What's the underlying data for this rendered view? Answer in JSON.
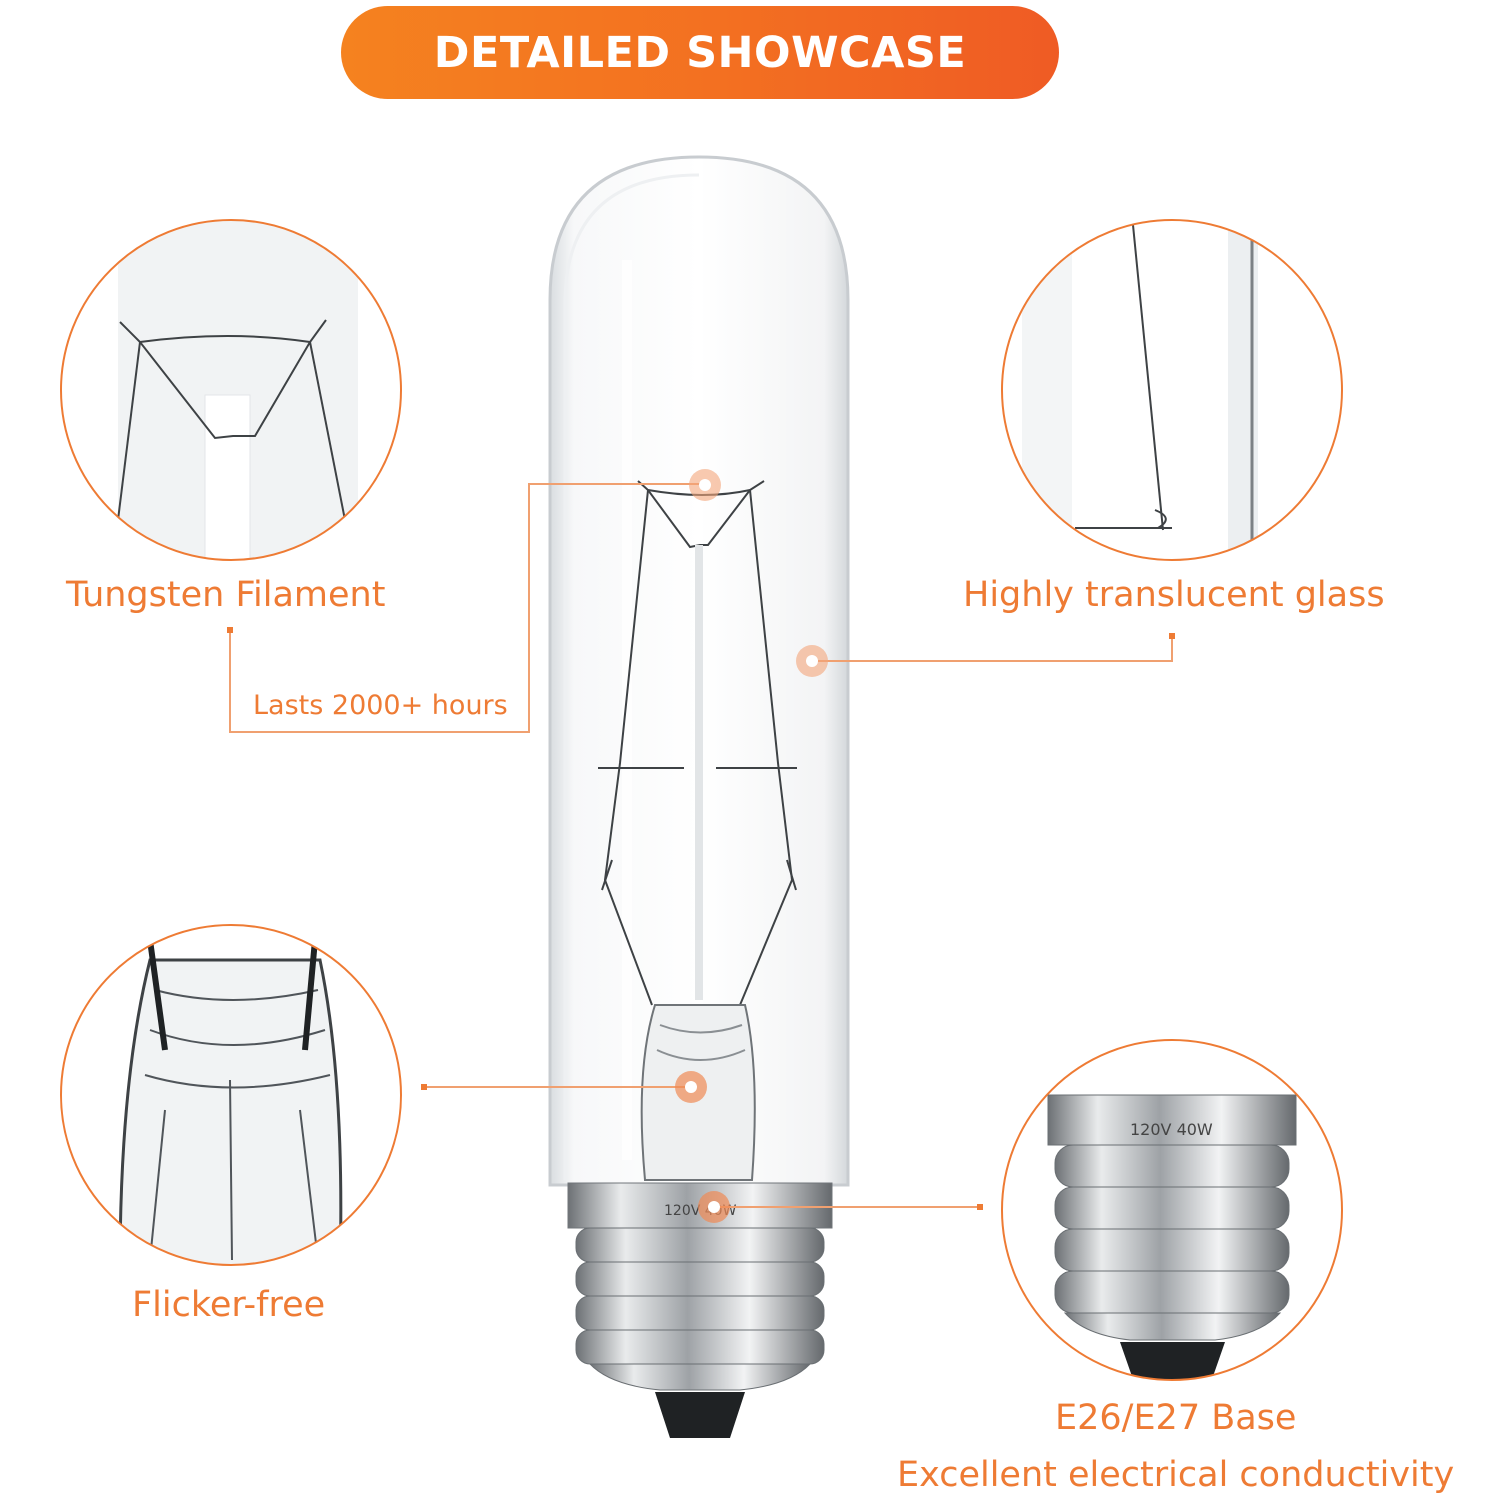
{
  "banner": {
    "title": "DETAILED SHOWCASE"
  },
  "features": {
    "tungsten": {
      "title": "Tungsten Filament",
      "detail": "Lasts 2000+ hours"
    },
    "glass": {
      "title": "Highly translucent glass"
    },
    "flicker": {
      "title": "Flicker-free"
    },
    "base": {
      "title": "E26/E27 Base",
      "detail": "Excellent electrical conductivity"
    }
  },
  "bulb": {
    "rating_label": "120V 40W"
  },
  "colors": {
    "accent": "#ee7b34",
    "banner_start": "#f5821f",
    "banner_end": "#ef5b24"
  }
}
